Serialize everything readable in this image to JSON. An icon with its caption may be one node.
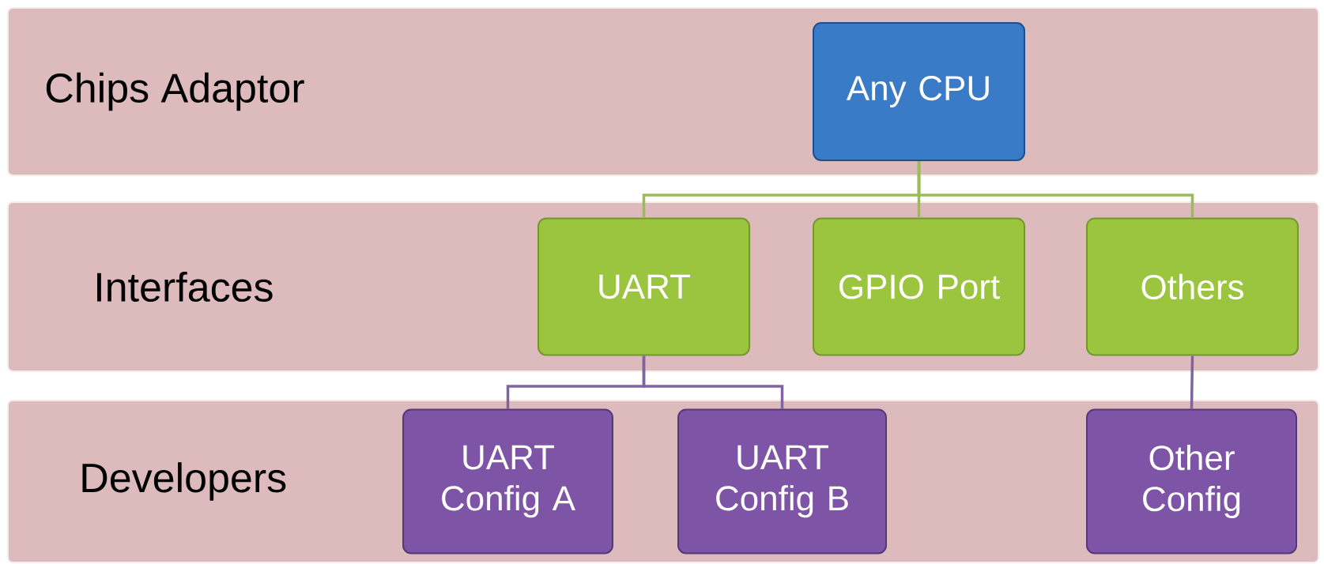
{
  "diagram": {
    "nodes": [
      {
        "text": [
          "Chips Adaptor"
        ]
      },
      {
        "text": [
          "Any CPU"
        ],
        "in": 0
      },
      {
        "text": [
          "Interfaces"
        ]
      },
      {
        "text": [
          "UART"
        ],
        "in": 2
      },
      {
        "text": [
          "GPIO Port"
        ],
        "in": 2
      },
      {
        "text": [
          "Others"
        ],
        "in": 2
      },
      {
        "text": [
          "Developers"
        ]
      },
      {
        "text": [
          "UART Config A"
        ],
        "in": 6
      },
      {
        "text": [
          "UART Config B"
        ],
        "in": 6
      },
      {
        "text": [
          "Other Config"
        ],
        "in": 6
      }
    ],
    "edges": [
      {
        "from": 1,
        "to": 3,
        "arrow": "none",
        "color": "#9bbb59"
      },
      {
        "from": 1,
        "to": 4,
        "arrow": "none",
        "color": "#9bbb59"
      },
      {
        "from": 1,
        "to": 5,
        "arrow": "none",
        "color": "#9bbb59"
      },
      {
        "from": 3,
        "to": 7,
        "arrow": "none",
        "color": "#8064a2"
      },
      {
        "from": 3,
        "to": 8,
        "arrow": "none",
        "color": "#8064a2"
      },
      {
        "from": 5,
        "to": 9,
        "arrow": "none",
        "color": "#8064a2"
      }
    ]
  }
}
